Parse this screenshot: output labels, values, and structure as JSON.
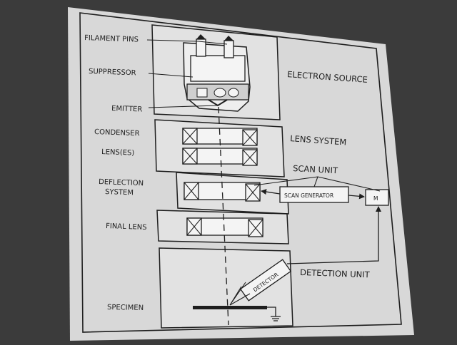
{
  "labels": {
    "filament_pins": "FILAMENT PINS",
    "suppressor": "SUPPRESSOR",
    "emitter": "EMITTER",
    "condenser": "CONDENSER",
    "lenses": "LENS(ES)",
    "deflection_1": "DEFLECTION",
    "deflection_2": "SYSTEM",
    "final_lens": "FINAL LENS",
    "specimen": "SPECIMEN"
  },
  "sections": {
    "electron_source": "ELECTRON SOURCE",
    "lens_system": "LENS SYSTEM",
    "scan_unit": "SCAN UNIT",
    "detection_unit": "DETECTION UNIT"
  },
  "components": {
    "scan_generator": "SCAN GENERATOR",
    "monitor": "M",
    "detector": "DETECTOR"
  },
  "colors": {
    "screen": "#3b3b3b",
    "slide": "#d8d8d8",
    "ink": "#1e1e1e",
    "panel": "#e2e2e2"
  }
}
